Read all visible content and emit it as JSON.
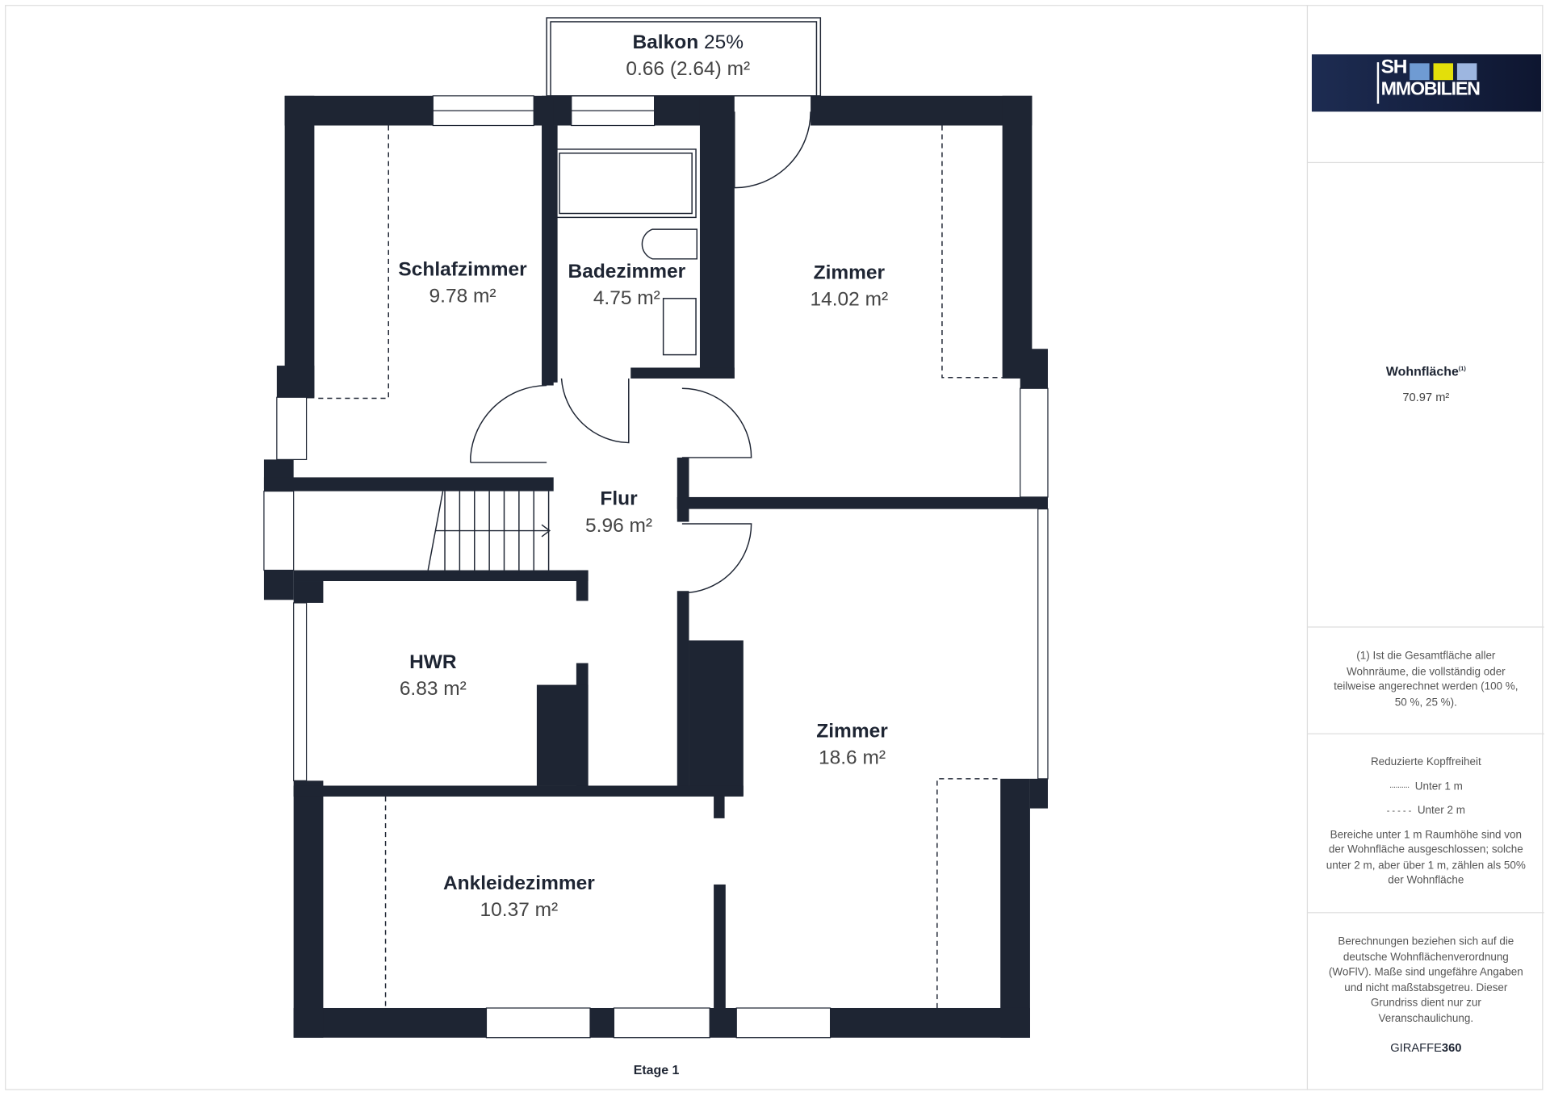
{
  "brand": {
    "logo_text_top": "SH",
    "logo_text_bottom": "MMOBILIEN",
    "logo_colors": [
      "#6f9bd3",
      "#e3df0a",
      "#9db6e0"
    ]
  },
  "rooms": [
    {
      "name": "Balkon",
      "suffix": "25%",
      "area": "0.66 (2.64) m²"
    },
    {
      "name": "Schlafzimmer",
      "area": "9.78 m²"
    },
    {
      "name": "Badezimmer",
      "area": "4.75 m²"
    },
    {
      "name": "Zimmer",
      "area": "14.02 m²"
    },
    {
      "name": "Flur",
      "area": "5.96 m²"
    },
    {
      "name": "HWR",
      "area": "6.83 m²"
    },
    {
      "name": "Zimmer",
      "area": "18.6 m²"
    },
    {
      "name": "Ankleidezimmer",
      "area": "10.37 m²"
    }
  ],
  "floor_label": "Etage 1",
  "panel": {
    "wohnflaeche_label": "Wohnfläche",
    "wohnflaeche_sup": "(1)",
    "wohnflaeche_value": "70.97 m²",
    "footnote": "(1) Ist die Gesamtfläche aller Wohnräume, die vollständig oder teilweise angerechnet werden (100 %, 50 %, 25 %).",
    "headroom_title": "Reduzierte Kopffreiheit",
    "legend_1m": "Unter 1 m",
    "legend_2m": "Unter 2 m",
    "headroom_note": "Bereiche unter 1 m Raumhöhe sind von der Wohnfläche ausgeschlossen; solche unter 2 m, aber über 1 m, zählen als 50% der Wohnfläche",
    "disclaimer": "Berechnungen beziehen sich auf die deutsche Wohnflächenverordnung (WoFlV). Maße sind ungefähre Angaben und nicht maßstabsgetreu. Dieser Grundriss dient nur zur Veranschaulichung.",
    "credit_a": "GIRAFFE",
    "credit_b": "360"
  },
  "colors": {
    "wall": "#1e2533",
    "text": "#1e2533"
  }
}
